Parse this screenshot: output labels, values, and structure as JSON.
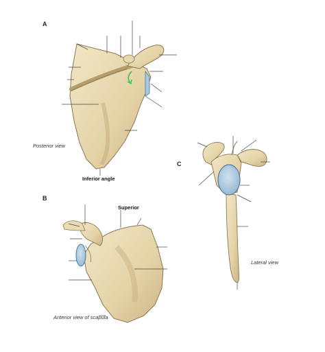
{
  "panels": {
    "a": "A",
    "b": "B",
    "c": "C"
  },
  "captions": {
    "posterior_view": "Posterior view",
    "anterior_view": "Anterior view of scapula",
    "lateral_view": "Lateral view"
  },
  "labels": {
    "inferior_angle": "Inferior angle",
    "superior": "Superior"
  },
  "colors": {
    "bone_fill": "#e9dbb2",
    "bone_shadow": "#c9b488",
    "bone_outline": "#8a7650",
    "glenoid_fill": "#a9c7de",
    "glenoid_outline": "#4f7b9e",
    "leader_line": "#444444",
    "arrow": "#3fbf5a"
  }
}
